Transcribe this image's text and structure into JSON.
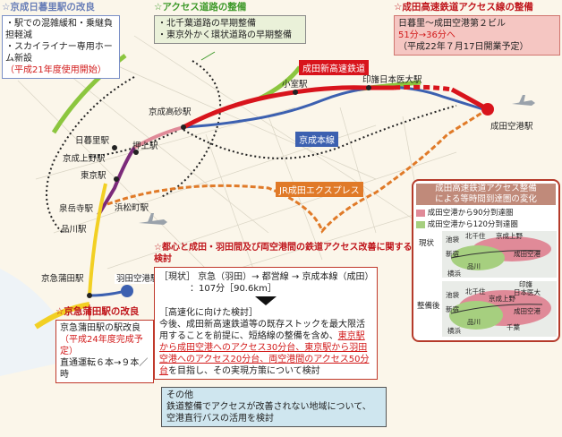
{
  "nippori": {
    "title": "☆京成日暮里駅の改良",
    "items": [
      "・駅での混雑緩和・乗継負担軽減",
      "・スカイライナー専用ホーム新設"
    ],
    "note": "（平成21年度使用開始）"
  },
  "access_road": {
    "title": "☆アクセス道路の整備",
    "items": [
      "・北千葉道路の早期整備",
      "・東京外かく環状道路の早期整備"
    ]
  },
  "narita_line": {
    "title": "☆成田高速鉄道アクセス線の整備",
    "lines": [
      "日暮里～成田空港第２ビル",
      "51分→36分へ",
      "（平成22年７月17日開業予定）"
    ]
  },
  "legend": {
    "title_lines": [
      "成田高速鉄道アクセス整備",
      "による等時間到達圏の変化"
    ],
    "items": [
      {
        "label": "成田空港から90分到達圏",
        "color": "#e08a98"
      },
      {
        "label": "成田空港から120分到達圏",
        "color": "#a6cf7f"
      }
    ],
    "current_label": "現状",
    "after_label": "整備後",
    "mini_current": [
      "池袋",
      "北千住",
      "京成上野",
      "新宿",
      "成田空港",
      "品川",
      "横浜"
    ],
    "mini_after": [
      "印旛",
      "日本医大",
      "池袋",
      "北千住",
      "京成上野",
      "新宿",
      "成田空港",
      "品川",
      "千葉",
      "横浜"
    ]
  },
  "improvement": {
    "title": "☆都心と成田・羽田間及び両空港間の鉄道アクセス改善に関する検討",
    "current_line1": "［現状］ 京急（羽田）→ 都営線 → 京成本線（成田）",
    "current_line2": "：107分［90.6km］",
    "speed_title": "［高速化に向けた検討］",
    "body1": "今後、成田新高速鉄道等の既存ストックを最大限活用することを前提に、短絡線の整備を含め、",
    "highlight": "東京駅から成田空港へのアクセス30分台、東京駅から羽田空港へのアクセス20分台、両空港間のアクセス50分台",
    "body2": "を目指し、その実現方策について検討"
  },
  "keikyu": {
    "title": "☆京急蒲田駅の改良",
    "lines": [
      "京急蒲田駅の駅改良",
      "（平成24年度完成予定）",
      "直通運転６本→９本／時"
    ]
  },
  "other": {
    "title": "その他",
    "lines": [
      "鉄道整備でアクセスが改善されない地域について、",
      "空港直行バスの活用を検討"
    ]
  },
  "map_labels": {
    "narita_new_line": "成田新高速鉄道",
    "keisei_main": "京成本線",
    "jr_express": "JR成田エクスプレス",
    "stations": {
      "komuro": "小室駅",
      "inba": "印旛日本医大駅",
      "narita_airport": "成田空港駅",
      "keisei_takasago": "京成高砂駅",
      "nippori": "日暮里駅",
      "oshiage": "押上駅",
      "keisei_ueno": "京成上野駅",
      "tokyo": "東京駅",
      "sengakuji": "泉岳寺駅",
      "hamamatsucho": "浜松町駅",
      "shinagawa": "品川駅",
      "keikyu_kamata": "京急蒲田駅",
      "haneda": "羽田空港駅"
    }
  },
  "colors": {
    "narita_new": "#d8141c",
    "keisei": "#3c60b0",
    "jr": "#e07a28",
    "road_green": "#8cc63f",
    "keikyu": "#f2d024",
    "purple": "#7b2a7a",
    "dotted": "#222222"
  }
}
